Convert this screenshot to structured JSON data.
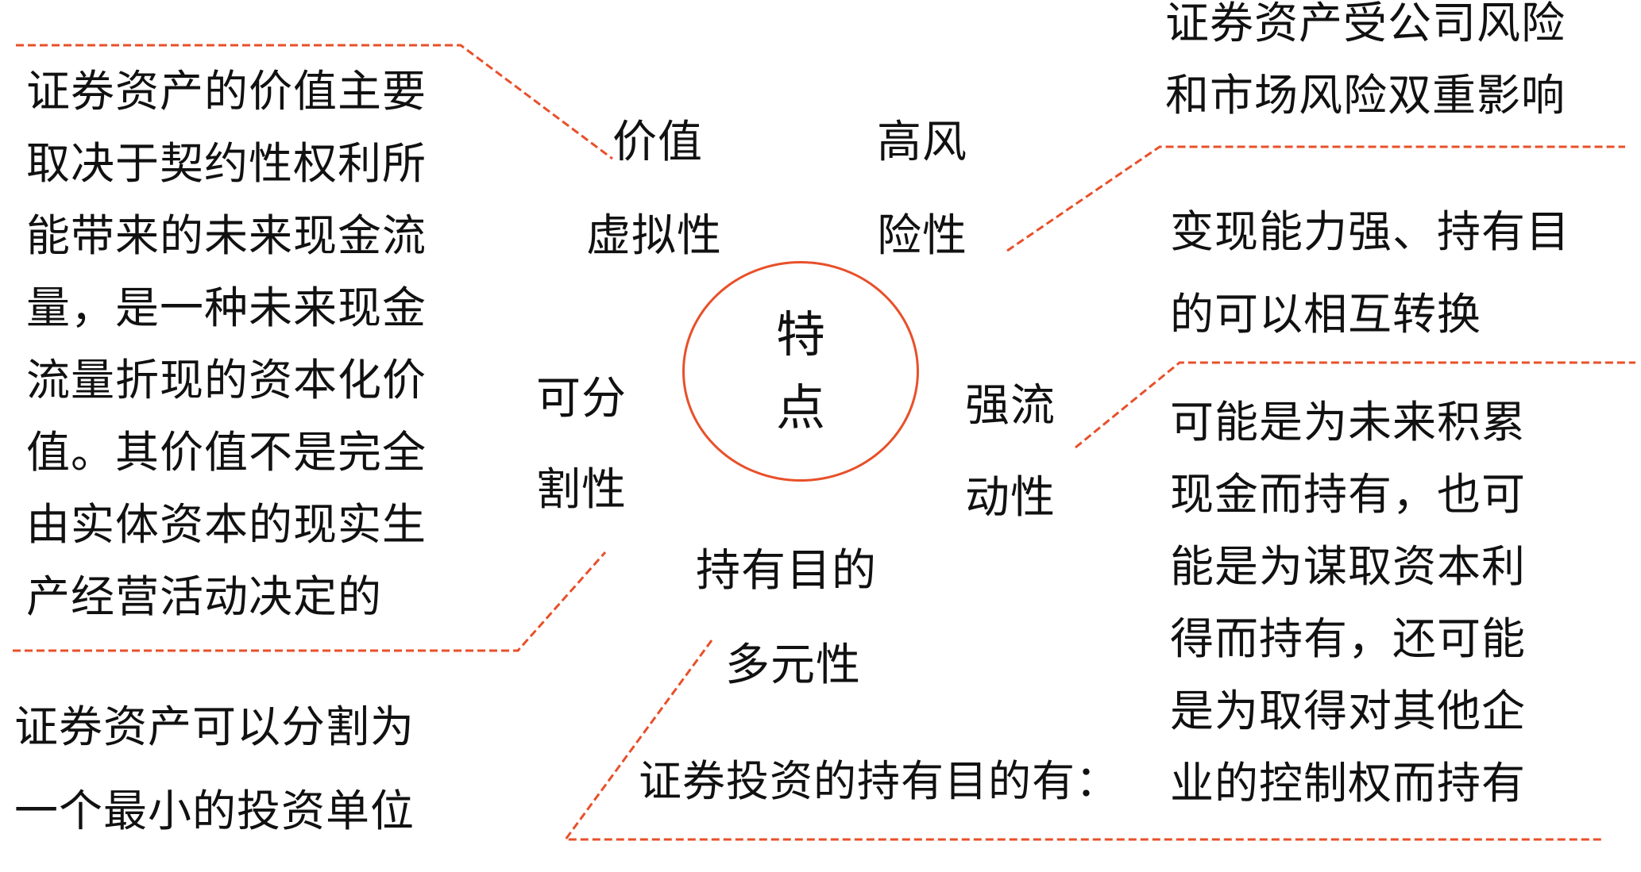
{
  "colors": {
    "accent": "#e8502a",
    "text": "#111111",
    "background": "#ffffff"
  },
  "center": {
    "line1": "特",
    "line2": "点"
  },
  "features": {
    "value_virtual": {
      "line1": "价值",
      "line2": "虚拟性"
    },
    "high_risk": {
      "line1": "高风",
      "line2": "险性"
    },
    "divisible": {
      "line1": "可分",
      "line2": "割性"
    },
    "liquidity": {
      "line1": "强流",
      "line2": "动性"
    },
    "purpose": {
      "line1": "持有目的",
      "line2": "多元性"
    }
  },
  "descriptions": {
    "value_virtual": {
      "lines": [
        "证券资产的价值主要",
        "取决于契约性权利所",
        "能带来的未来现金流",
        "量，是一种未来现金",
        "流量折现的资本化价",
        "值。其价值不是完全",
        "由实体资本的现实生",
        "产经营活动决定的"
      ]
    },
    "divisible": {
      "lines": [
        "证券资产可以分割为",
        "一个最小的投资单位"
      ]
    },
    "high_risk": {
      "lines": [
        "证券资产受公司风险",
        "和市场风险双重影响"
      ]
    },
    "liquidity": {
      "lines": [
        "变现能力强、持有目",
        "的可以相互转换"
      ]
    },
    "purpose": {
      "intro": "证券投资的持有目的有：",
      "lines": [
        "可能是为未来积累",
        "现金而持有，也可",
        "能是为谋取资本利",
        "得而持有，还可能",
        "是为取得对其他企",
        "业的控制权而持有"
      ]
    }
  }
}
